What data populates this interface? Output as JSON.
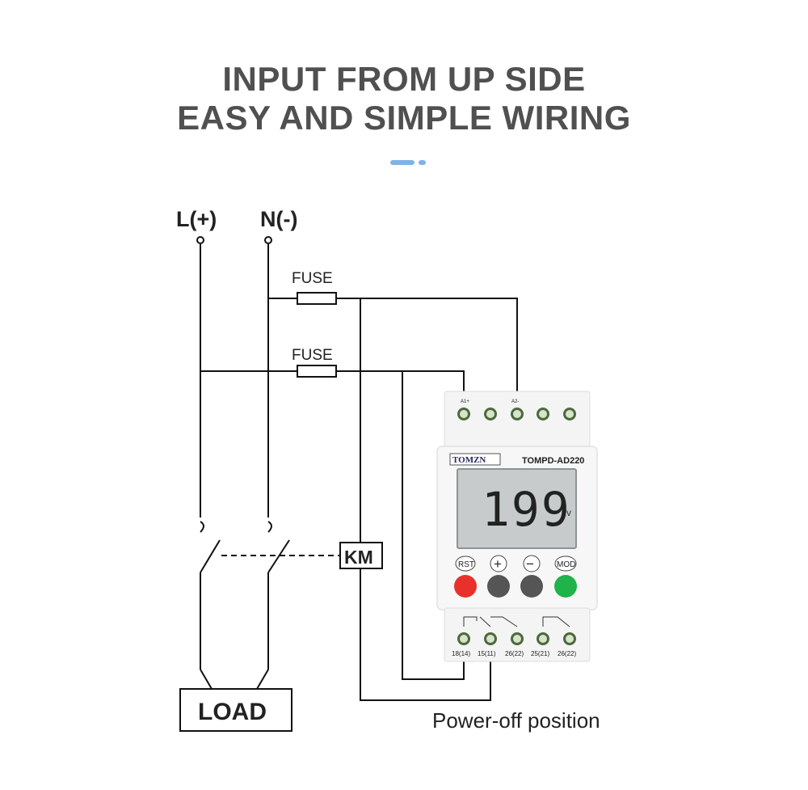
{
  "heading": {
    "line1": "INPUT FROM UP SIDE",
    "line2": "EASY AND SIMPLE WIRING",
    "accent_color": "#7fb3e6"
  },
  "terminals": {
    "live": "L(+)",
    "neutral": "N(-)"
  },
  "fuse_top_label": "FUSE",
  "fuse_bottom_label": "FUSE",
  "contactor_label": "KM",
  "load_label": "LOAD",
  "caption": "Power-off position",
  "device": {
    "brand": "TOMZN",
    "model": "TOMPD-AD220",
    "display_value": "199",
    "display_unit": "v",
    "top_terminal_labels": [
      "A1+",
      "A2-"
    ],
    "buttons": [
      {
        "label": "RST",
        "color": "#e8312a"
      },
      {
        "label": "+",
        "color": "#555555"
      },
      {
        "label": "−",
        "color": "#555555"
      },
      {
        "label": "MOD",
        "color": "#1fb34a"
      }
    ],
    "bottom_terminal_labels": [
      "18(14)",
      "15(11)",
      "26(22)",
      "25(21)",
      "26(22)"
    ]
  }
}
